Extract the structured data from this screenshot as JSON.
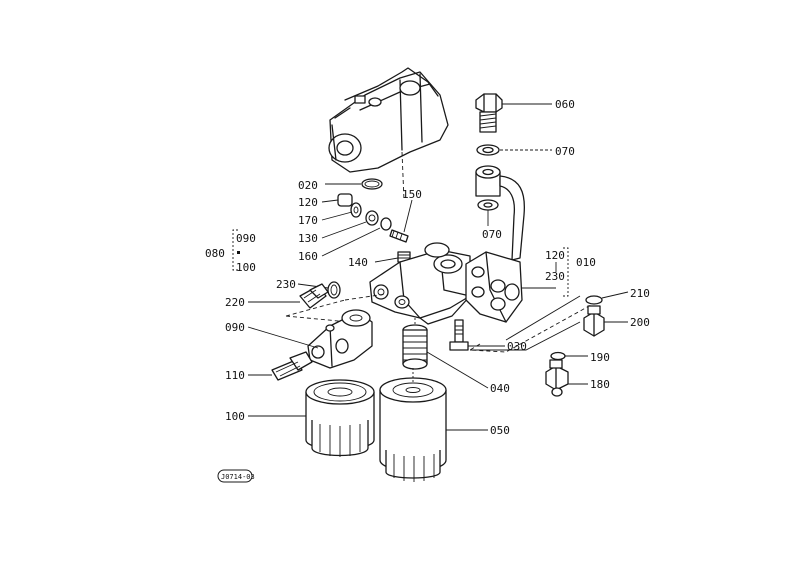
{
  "labels": {
    "l060": "060",
    "l070a": "070",
    "l070b": "070",
    "l020": "020",
    "l150": "150",
    "l120a": "120",
    "l170": "170",
    "l130": "130",
    "l160": "160",
    "l140": "140",
    "l080": "080",
    "l090a": "090",
    "l100a": "100",
    "l120b": "120",
    "l230b": "230",
    "l010": "010",
    "l230a": "230",
    "l220": "220",
    "l210": "210",
    "l200": "200",
    "l090b": "090",
    "l030": "030",
    "l190": "190",
    "l110": "110",
    "l180": "180",
    "l040": "040",
    "l100b": "100",
    "l050": "050",
    "code": "J0714-03"
  }
}
